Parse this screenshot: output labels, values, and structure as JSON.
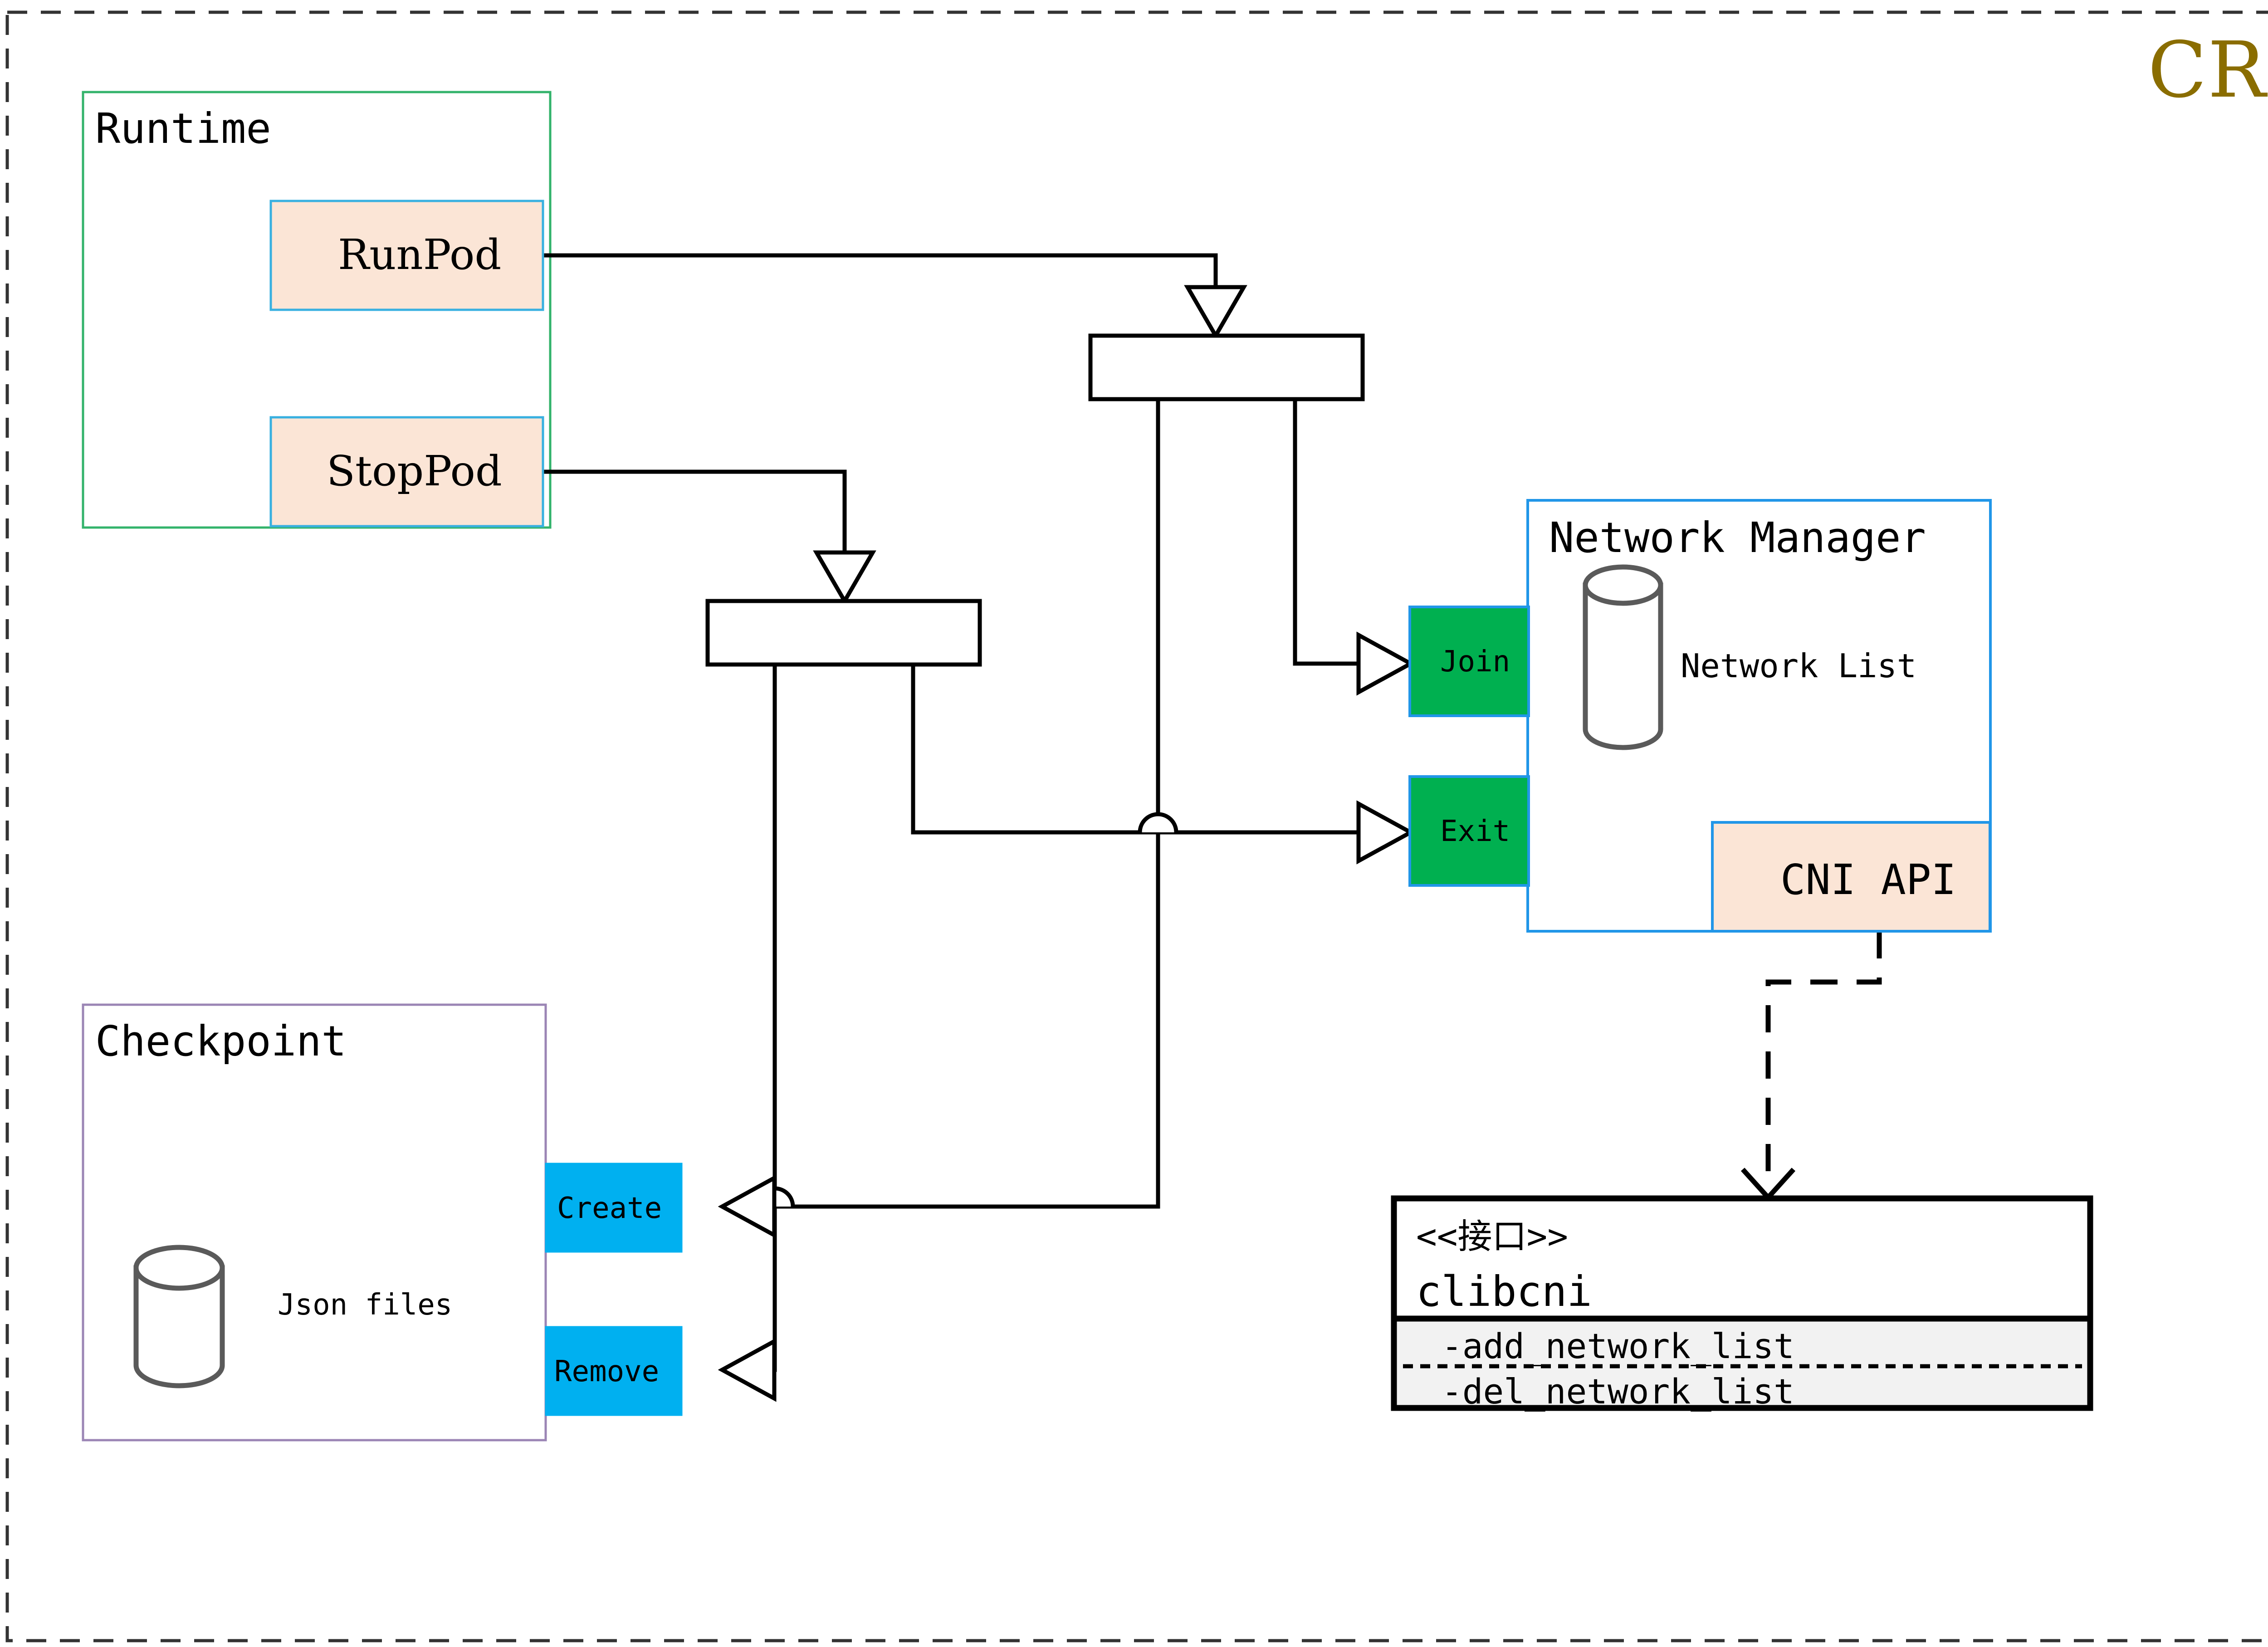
{
  "title": {
    "text": "CRI",
    "color": "#8a6d00"
  },
  "outer_frame": {
    "name": "dashed-canvas-border",
    "style": "dashed",
    "color": "#333333"
  },
  "groups": [
    {
      "id": "runtime",
      "label": "Runtime",
      "border_color": "#33b36b",
      "fill": "#ffffff"
    },
    {
      "id": "checkpoint",
      "label": "Checkpoint",
      "border_color": "#9b85b5",
      "fill": "#ffffff"
    },
    {
      "id": "network_manager",
      "label": "Network Manager",
      "border_color": "#2196e8",
      "fill": "#ffffff"
    }
  ],
  "runtime_ports": [
    {
      "id": "runpod",
      "label": "RunPod",
      "fill": "#fbe5d6",
      "border_color": "#38b0e0"
    },
    {
      "id": "stoppod",
      "label": "StopPod",
      "fill": "#fbe5d6",
      "border_color": "#38b0e0"
    }
  ],
  "network_ports": [
    {
      "id": "join",
      "label": "Join",
      "fill": "#00b050",
      "border_color": "#2196e8"
    },
    {
      "id": "exit",
      "label": "Exit",
      "fill": "#00b050",
      "border_color": "#2196e8"
    }
  ],
  "checkpoint_ports": [
    {
      "id": "create",
      "label": "Create",
      "fill": "#00b0f0",
      "border_color": "#00b0f0"
    },
    {
      "id": "remove",
      "label": "Remove",
      "fill": "#00b0f0",
      "border_color": "#00b0f0"
    }
  ],
  "cni_api": {
    "label": "CNI API",
    "fill": "#fbe5d6",
    "border_color": "#2196e8"
  },
  "datastores": [
    {
      "id": "network_list",
      "label": "Network List",
      "stroke": "#5a5a5a"
    },
    {
      "id": "json_files",
      "label": "Json files",
      "stroke": "#5a5a5a"
    }
  ],
  "interface_box": {
    "stereotype": "<<接口>>",
    "name": "clibcni",
    "border_color": "#000000",
    "methods_fill": "#f2f2f2",
    "methods": [
      "-add_network_list",
      "-del_network_list"
    ]
  },
  "forks": [
    {
      "id": "fork-runpod",
      "label": ""
    },
    {
      "id": "fork-stoppod",
      "label": ""
    }
  ],
  "connectors": {
    "stroke": "#000000",
    "arrowhead": "hollow-triangle",
    "realization_style": "dashed"
  }
}
